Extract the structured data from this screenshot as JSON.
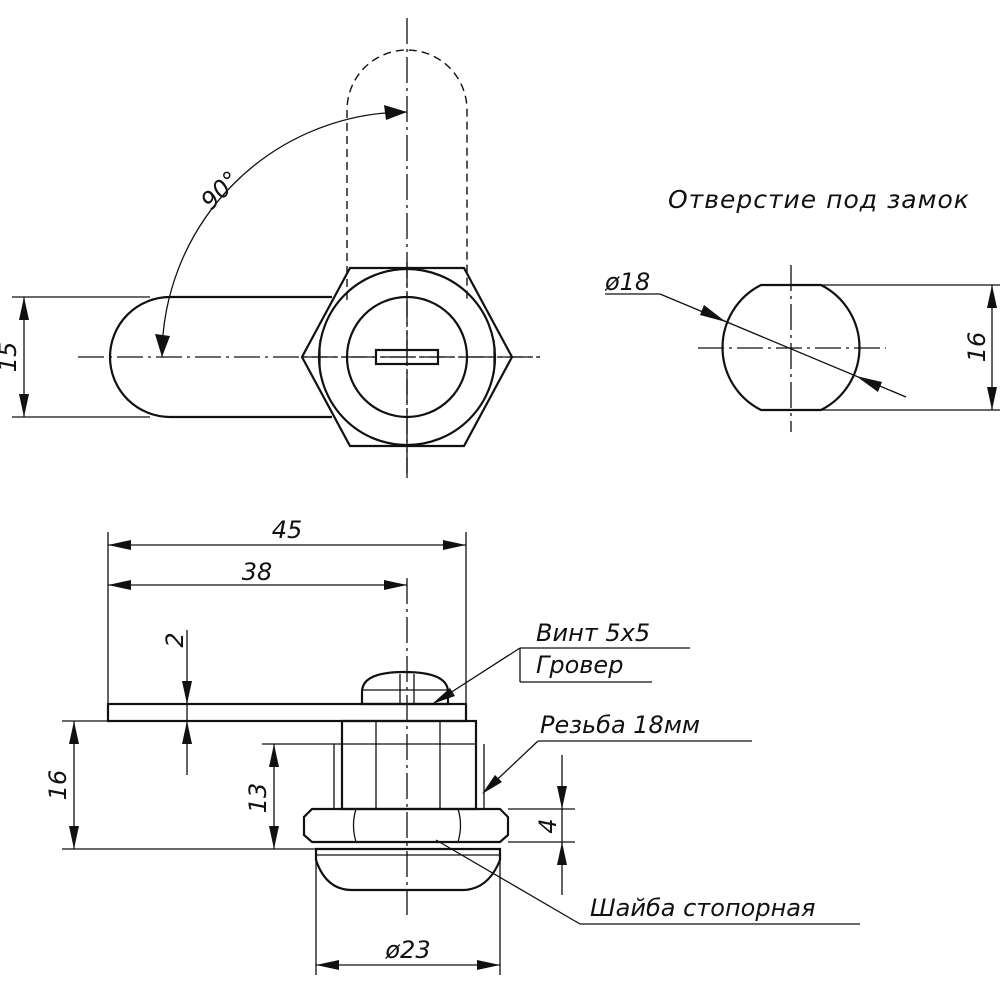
{
  "drawing": {
    "view_title": "Отверстие под замок",
    "dims": {
      "angle": "90°",
      "lever_width": "15",
      "hole_diameter": "ø18",
      "hole_flat": "16",
      "total_length": "45",
      "lever_length": "38",
      "lever_thickness": "2",
      "body_height": "16",
      "thread_length": "13",
      "nut_height": "4",
      "washer_diameter": "ø23"
    },
    "callouts": {
      "screw": "Винт 5x5",
      "spring_washer": "Гровер",
      "thread": "Резьба 18мм",
      "lock_washer": "Шайба стопорная"
    }
  }
}
